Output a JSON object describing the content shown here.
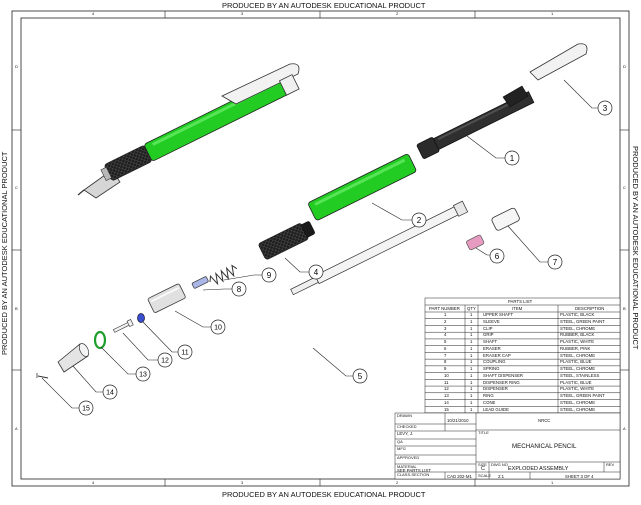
{
  "watermark": "PRODUCED BY AN AUTODESK EDUCATIONAL PRODUCT",
  "zones": {
    "columns": [
      "4",
      "3",
      "2",
      "1"
    ],
    "rows": [
      "D",
      "C",
      "B",
      "A"
    ]
  },
  "balloons": [
    "1",
    "2",
    "3",
    "4",
    "5",
    "6",
    "7",
    "8",
    "9",
    "10",
    "11",
    "12",
    "13",
    "14",
    "15"
  ],
  "parts_list": {
    "title": "PARTS LIST",
    "headers": [
      "PART NUMBER",
      "QTY",
      "ITEM",
      "DESCRIPTION"
    ],
    "rows": [
      [
        "1",
        "1",
        "UPPER SHAFT",
        "PLASTIC, BLACK"
      ],
      [
        "2",
        "1",
        "SLEEVE",
        "STEEL, GREEN PAINT"
      ],
      [
        "3",
        "1",
        "CLIP",
        "STEEL, CHROME"
      ],
      [
        "4",
        "1",
        "GRIP",
        "RUBBER, BLACK"
      ],
      [
        "5",
        "1",
        "SHAFT",
        "PLASTIC, WHITE"
      ],
      [
        "6",
        "1",
        "ERASER",
        "RUBBER, PINK"
      ],
      [
        "7",
        "1",
        "ERASER CAP",
        "STEEL, CHROME"
      ],
      [
        "8",
        "1",
        "COUPLING",
        "PLASTIC, BLUE"
      ],
      [
        "9",
        "1",
        "SPRING",
        "STEEL, CHROME"
      ],
      [
        "10",
        "1",
        "SHAFT DISPENSER",
        "STEEL, STAINLESS"
      ],
      [
        "11",
        "1",
        "DISPENSER RING",
        "PLASTIC, BLUE"
      ],
      [
        "12",
        "1",
        "DISPENSER",
        "PLASTIC, WHITE"
      ],
      [
        "13",
        "1",
        "RING",
        "STEEL, GREEN PAINT"
      ],
      [
        "14",
        "1",
        "CONE",
        "STEEL, CHROME"
      ],
      [
        "15",
        "1",
        "LEAD GUIDE",
        "STEEL, CHROME"
      ]
    ]
  },
  "title_block": {
    "drawn_label": "DRAWN",
    "drawn_date": "10/21/2010",
    "org": "NRCC",
    "checked_label": "CHECKED",
    "checked_name": "LEVY, J.",
    "qa_label": "QA",
    "mfg_label": "MFG",
    "approved_label": "APPROVED",
    "title_label": "TITLE",
    "title": "MECHANICAL PENCIL",
    "material_label": "MATERIAL",
    "material_value": "SEE PARTS LIST",
    "class_label": "CLASS-SECTION",
    "class_value": "CAD 202-M1",
    "size_label": "SIZE",
    "size": "C",
    "dwg_label": "DWG NO",
    "dwg": "EXPLODED ASSEMBLY",
    "rev_label": "REV",
    "scale_label": "SCALE",
    "scale": "2:1",
    "sheet": "SHEET 3  OF 4"
  },
  "colors": {
    "green": "#22cc22",
    "black_part": "#2b2b2b",
    "chrome": "#e6e6e6",
    "pink": "#e79bc0",
    "blue": "#3a4fd0",
    "ring_green": "#1e9e2c"
  }
}
